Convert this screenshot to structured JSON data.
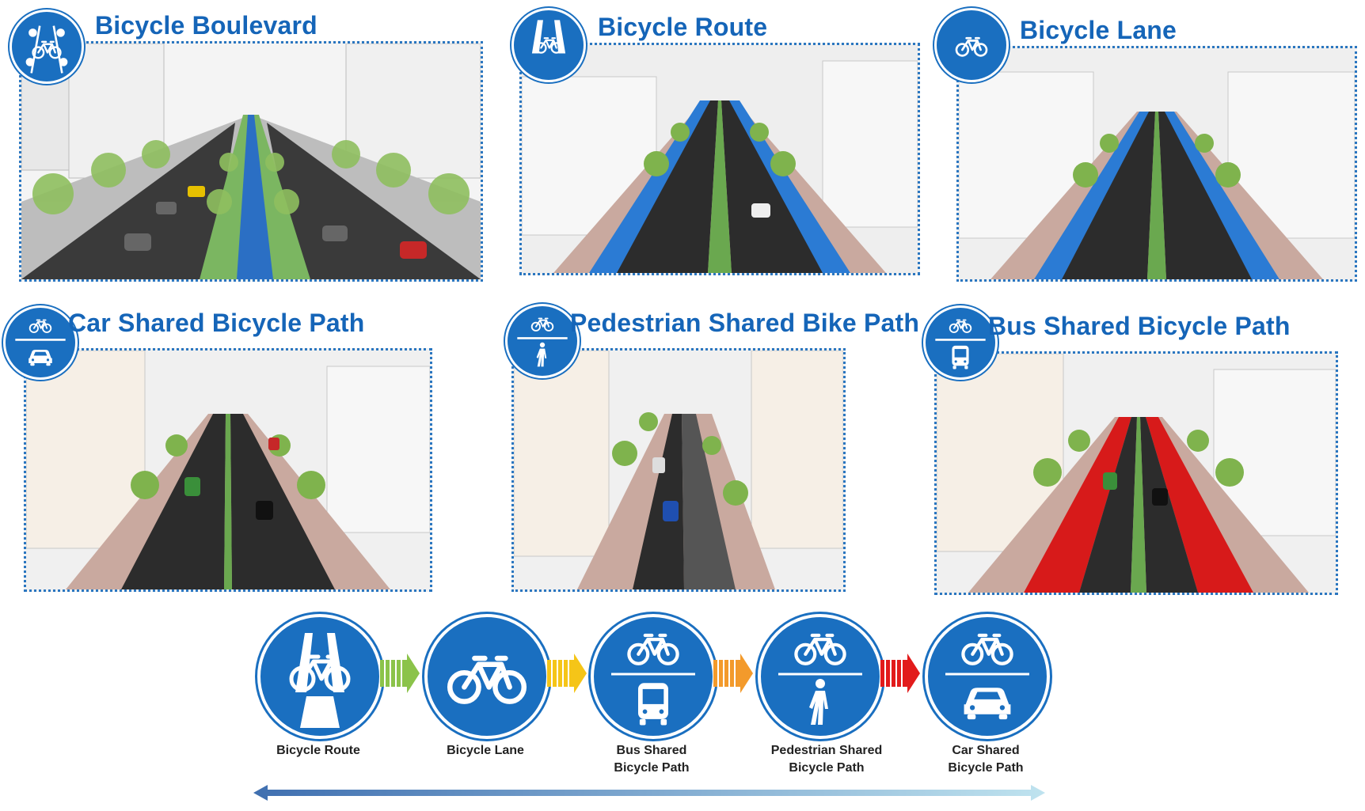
{
  "panels": {
    "boulevard": {
      "title": "Bicycle Boulevard",
      "icon": "bicycle-boulevard-sign-icon"
    },
    "route": {
      "title": "Bicycle Route",
      "icon": "bicycle-route-sign-icon"
    },
    "lane": {
      "title": "Bicycle Lane",
      "icon": "bicycle-lane-sign-icon"
    },
    "car": {
      "title": "Car Shared Bicycle Path",
      "icon": "car-shared-sign-icon"
    },
    "pedestrian": {
      "title": "Pedestrian Shared Bike Path",
      "icon": "pedestrian-shared-sign-icon"
    },
    "bus": {
      "title": "Bus Shared Bicycle Path",
      "icon": "bus-shared-sign-icon"
    }
  },
  "progression": {
    "items": [
      {
        "line1": "Bicycle Route",
        "line2": "",
        "icon": "bicycle-route-sign-icon"
      },
      {
        "line1": "Bicycle Lane",
        "line2": "",
        "icon": "bicycle-lane-sign-icon"
      },
      {
        "line1": "Bus Shared",
        "line2": "Bicycle Path",
        "icon": "bus-shared-sign-icon"
      },
      {
        "line1": "Pedestrian Shared",
        "line2": "Bicycle Path",
        "icon": "pedestrian-shared-sign-icon"
      },
      {
        "line1": "Car Shared",
        "line2": "Bicycle Path",
        "icon": "car-shared-sign-icon"
      }
    ],
    "arrow_colors": [
      "#8bc34a",
      "#f5c518",
      "#f39a2b",
      "#e21b1b"
    ]
  },
  "colors": {
    "accent": "#1565b8",
    "sign_blue": "#1a6fc0",
    "bike_lane_blue": "#2b7bd4",
    "shared_lane_red": "#d71a1a",
    "median_green": "#6aa84f",
    "asphalt": "#2c2c2c"
  }
}
